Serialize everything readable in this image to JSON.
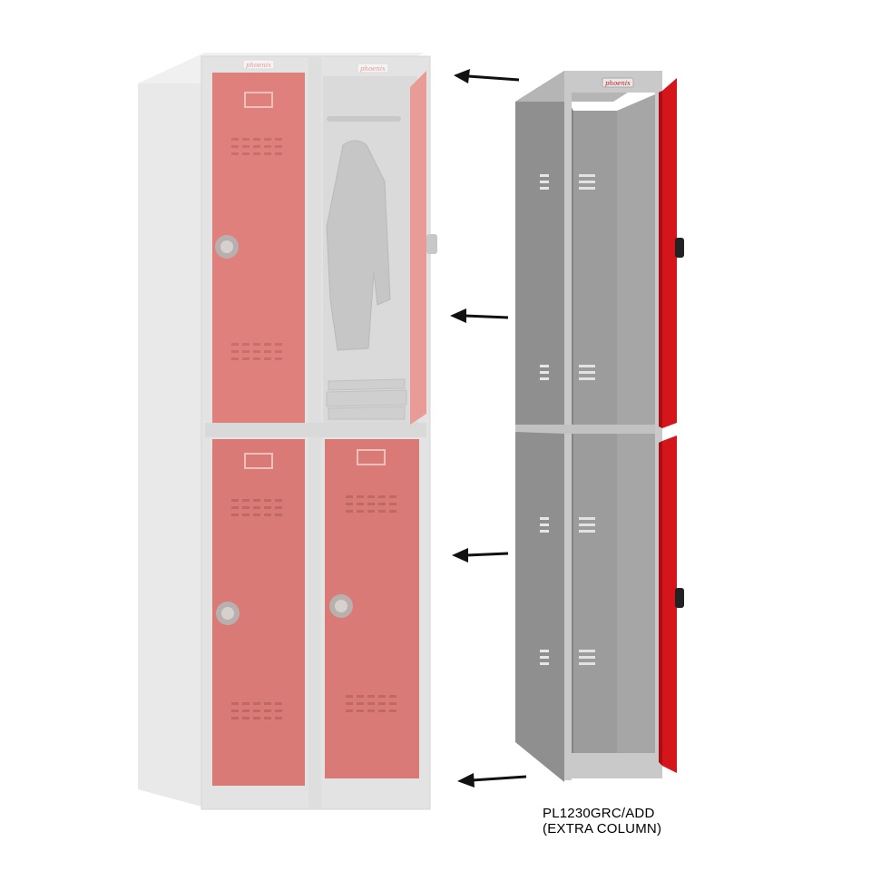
{
  "product": {
    "model": "PL1230GRC/ADD",
    "subtitle": "(EXTRA COLUMN)",
    "brand_badge": "phoenix"
  },
  "colors": {
    "background": "#ffffff",
    "faded_body": "#e4e4e4",
    "faded_door": "#e0807c",
    "faded_door_lower": "#d97a76",
    "addon_body": "#8f8f8f",
    "addon_interior": "#a3a3a3",
    "addon_frame": "#c9c9c9",
    "addon_door": "#d4161c",
    "arrow": "#111111"
  },
  "components": {
    "existing_locker": "two-column two-tier locker (faded)",
    "addon_column": "single column two-tier add-on, doors open",
    "arrows": 4
  }
}
